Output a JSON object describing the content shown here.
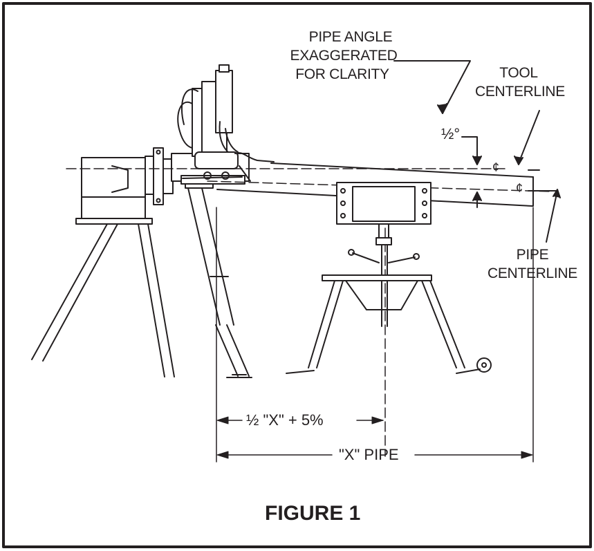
{
  "labels": {
    "pipe_angle_line1": "PIPE ANGLE",
    "pipe_angle_line2": "EXAGGERATED",
    "pipe_angle_line3": "FOR CLARITY",
    "tool_centerline_line1": "TOOL",
    "tool_centerline_line2": "CENTERLINE",
    "angle_value": "½°",
    "centerline_symbol_tool": "¢",
    "centerline_symbol_pipe": "¢",
    "pipe_centerline_line1": "PIPE",
    "pipe_centerline_line2": "CENTERLINE",
    "half_x_dimension": "½ \"X\" + 5%",
    "x_pipe_dimension": "\"X\" PIPE",
    "figure_caption": "FIGURE 1"
  },
  "colors": {
    "ink": "#231f20",
    "background": "#ffffff"
  }
}
